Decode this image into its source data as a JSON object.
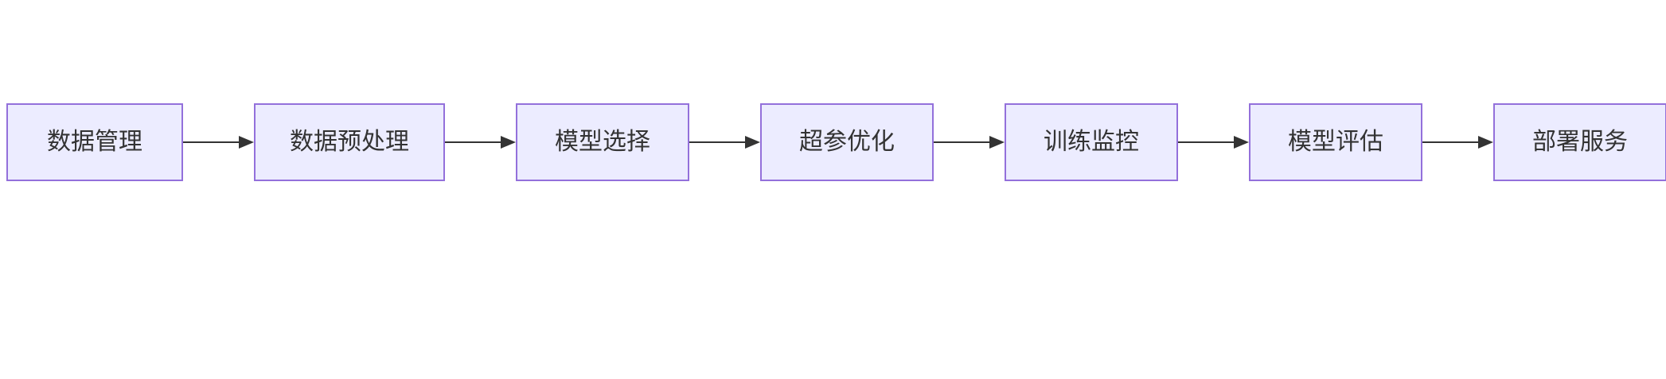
{
  "diagram": {
    "type": "flowchart",
    "direction": "left-to-right",
    "nodes": [
      {
        "label": "数据管理"
      },
      {
        "label": "数据预处理"
      },
      {
        "label": "模型选择"
      },
      {
        "label": "超参优化"
      },
      {
        "label": "训练监控"
      },
      {
        "label": "模型评估"
      },
      {
        "label": "部署服务"
      }
    ],
    "edges": [
      {
        "from": "数据管理",
        "to": "数据预处理"
      },
      {
        "from": "数据预处理",
        "to": "模型选择"
      },
      {
        "from": "模型选择",
        "to": "超参优化"
      },
      {
        "from": "超参优化",
        "to": "训练监控"
      },
      {
        "from": "训练监控",
        "to": "模型评估"
      },
      {
        "from": "模型评估",
        "to": "部署服务"
      }
    ]
  },
  "colors": {
    "background": "#FFFFFF",
    "node_fill": "#ECECFF",
    "node_border": "#9370DB",
    "node_text": "#333333",
    "arrow": "#333333"
  }
}
